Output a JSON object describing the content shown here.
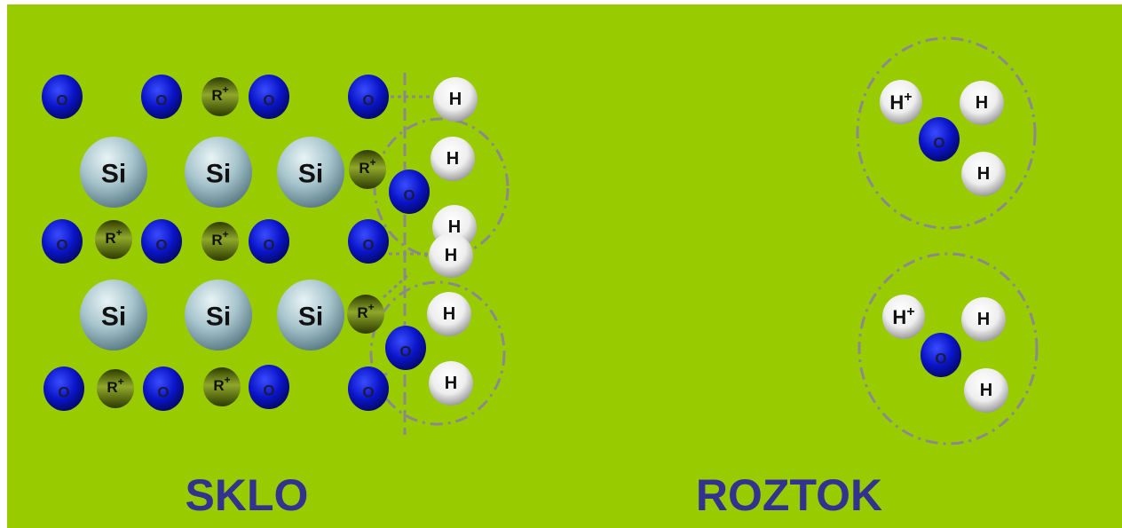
{
  "labels": {
    "oxygen": "O",
    "silicon": "Si",
    "cation": "R+",
    "hydrogen": "H",
    "hydronium_h": "H+"
  },
  "regions": {
    "glass": "SKLO",
    "solution": "ROZTOK"
  },
  "colors": {
    "background": "#99cc00",
    "oxygen": "#0a14c8",
    "silicon": "#8fb3bf",
    "cation": "#5a6f00",
    "hydrogen": "#ffffff",
    "region_text": "#33338f",
    "dashed_lines": "#8a8a8a"
  }
}
